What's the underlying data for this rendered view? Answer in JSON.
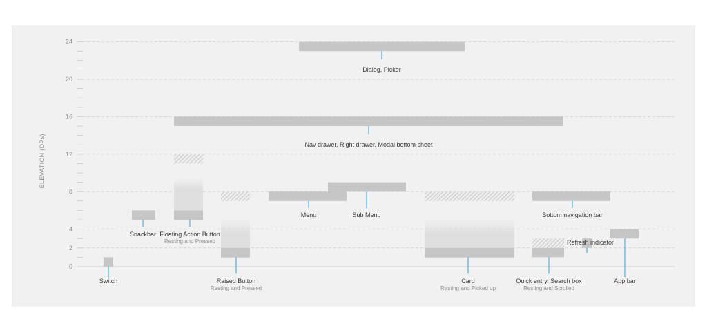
{
  "chart_data": {
    "type": "bar",
    "title": "",
    "ylabel": "ELEVATION (DPs)",
    "ylim": [
      0,
      24
    ],
    "yticks": [
      0,
      2,
      4,
      8,
      12,
      16,
      20,
      24
    ],
    "grid": true,
    "colors": {
      "bar": "#c6c6c6",
      "hatch": "#b5b5b5",
      "leader": "#29a8e0",
      "grid": "#cfcfcf",
      "text": "#3c3c3c",
      "muted": "#8f8f8f"
    },
    "components": [
      {
        "name": "Switch",
        "note": "",
        "rest": 1,
        "pressed": null
      },
      {
        "name": "Snackbar",
        "note": "",
        "rest": 6,
        "pressed": null
      },
      {
        "name": "Floating Action Button",
        "note": "Resting and Pressed",
        "rest": 6,
        "pressed": 12
      },
      {
        "name": "Raised Button",
        "note": "Resting and Pressed",
        "rest": 2,
        "pressed": 8
      },
      {
        "name": "Menu",
        "note": "",
        "rest": 8,
        "pressed": null
      },
      {
        "name": "Sub Menu",
        "note": "",
        "rest": 9,
        "pressed": null
      },
      {
        "name": "Card",
        "note": "Resting and Picked up",
        "rest": 2,
        "pressed": 8
      },
      {
        "name": "Quick entry, Search box",
        "note": "Resting and Scrolled",
        "rest": 2,
        "pressed": 3
      },
      {
        "name": "Bottom navigation bar",
        "note": "",
        "rest": 8,
        "pressed": null
      },
      {
        "name": "Refresh indicator",
        "note": "",
        "rest": 3,
        "pressed": null
      },
      {
        "name": "App bar",
        "note": "",
        "rest": 4,
        "pressed": null
      },
      {
        "name": "Nav drawer, Right drawer, Modal bottom sheet",
        "note": "",
        "rest": 16,
        "pressed": null
      },
      {
        "name": "Dialog, Picker",
        "note": "",
        "rest": 24,
        "pressed": null
      }
    ]
  }
}
